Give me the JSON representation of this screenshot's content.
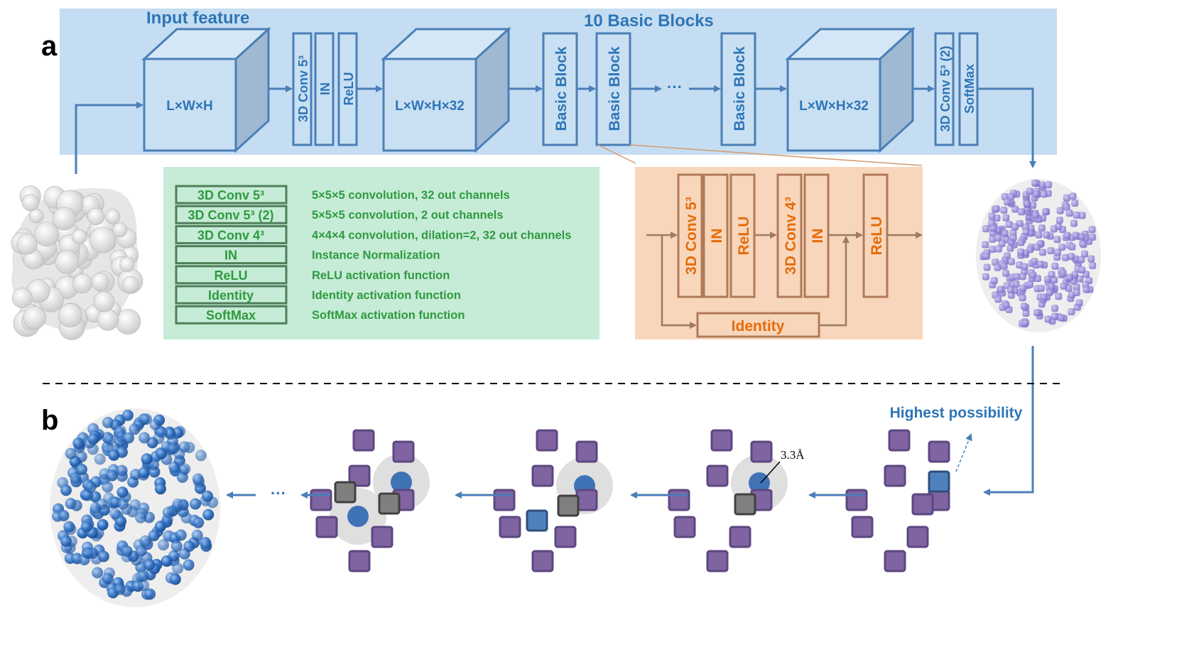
{
  "panel_labels": {
    "a": "a",
    "b": "b"
  },
  "section_a": {
    "input_feature_label": "Input feature",
    "basic_blocks_label": "10 Basic Blocks",
    "cube1_label": "L×W×H",
    "cube2_label": "L×W×H×32",
    "cube3_label": "L×W×H×32",
    "layers": {
      "conv53": "3D Conv 5³",
      "in": "IN",
      "relu": "ReLU",
      "basic_block": "Basic Block",
      "ellipsis": "···",
      "conv53_2": "3D Conv 5³ (2)",
      "softmax": "SoftMax"
    }
  },
  "legend": {
    "items": [
      {
        "key": "3D Conv 5³",
        "desc": "5×5×5 convolution, 32 out channels"
      },
      {
        "key": "3D Conv 5³ (2)",
        "desc": "5×5×5 convolution, 2 out channels"
      },
      {
        "key": "3D Conv 4³",
        "desc": "4×4×4 convolution, dilation=2, 32 out channels"
      },
      {
        "key": "IN",
        "desc": "Instance Normalization"
      },
      {
        "key": "ReLU",
        "desc": "ReLU activation function"
      },
      {
        "key": "Identity",
        "desc": "Identity activation function"
      },
      {
        "key": "SoftMax",
        "desc": "SoftMax activation function"
      }
    ]
  },
  "basic_block_detail": {
    "conv53": "3D Conv 5³",
    "in1": "IN",
    "relu1": "ReLU",
    "conv43": "3D Conv 4³",
    "in2": "IN",
    "relu2": "ReLU",
    "identity": "Identity"
  },
  "section_b": {
    "highest_possibility": "Highest possibility",
    "distance": "3.3Å",
    "ellipsis": "···"
  },
  "colors": {
    "blue_band": "#c5ddf2",
    "green_panel": "#c6ecd7",
    "orange_panel": "#f8d6bb",
    "purple_square": "#8064a2",
    "atom_blue": "#3f73b5"
  }
}
